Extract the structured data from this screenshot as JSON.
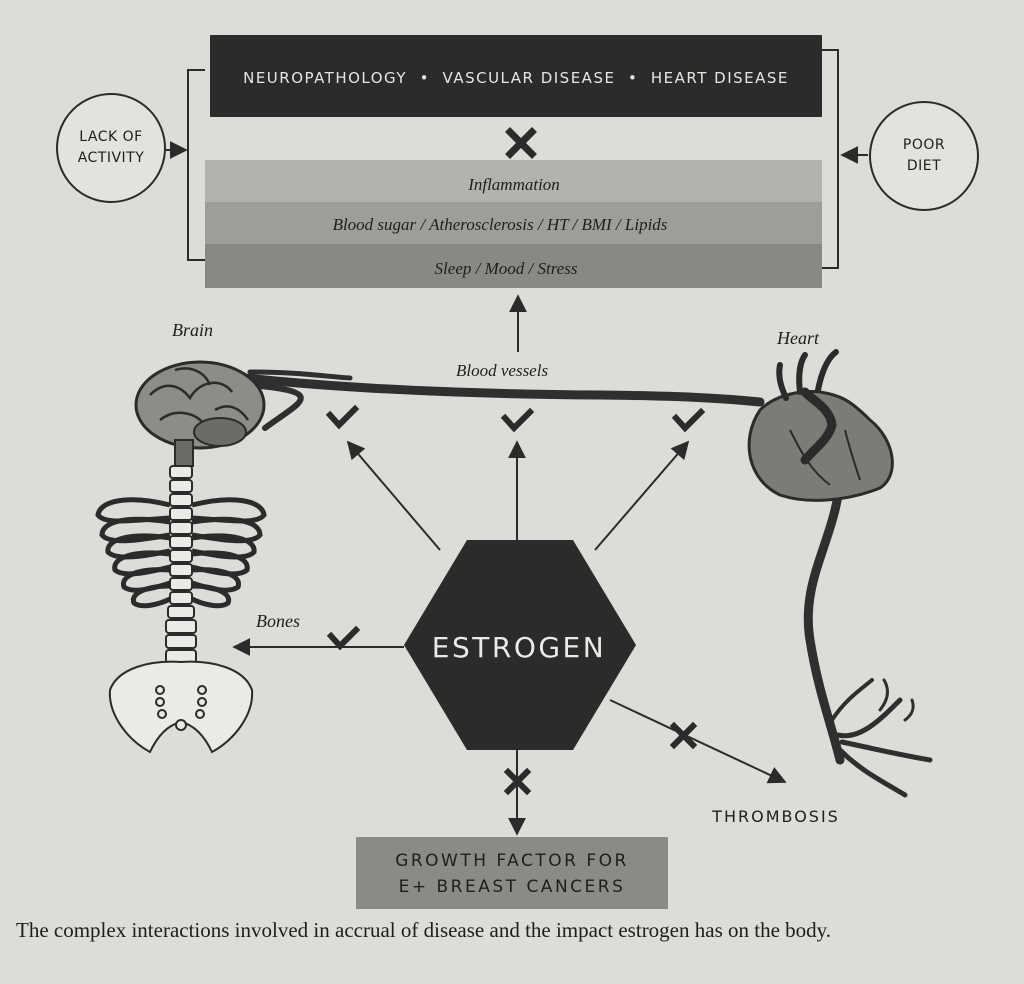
{
  "diseases_box": {
    "text": "NEUROPATHOLOGY  •  VASCULAR DISEASE  •  HEART DISEASE"
  },
  "risk_factors": {
    "lack_of_activity": [
      "LACK OF",
      "ACTIVITY"
    ],
    "poor_diet": [
      "POOR",
      "DIET"
    ]
  },
  "risk_layers": [
    {
      "label": "Inflammation",
      "color": "#b4b2ae"
    },
    {
      "label": "Blood sugar / Atherosclerosis / HT / BMI / Lipids",
      "color": "#9f9d99"
    },
    {
      "label": "Sleep / Mood / Stress",
      "color": "#8a8884"
    }
  ],
  "body_labels": {
    "brain": "Brain",
    "heart": "Heart",
    "blood_vessels": "Blood vessels",
    "bones": "Bones"
  },
  "center": {
    "label": "ESTROGEN"
  },
  "effects": {
    "thrombosis": "THROMBOSIS",
    "growth_factor": [
      "GROWTH FACTOR FOR",
      "E+ BREAST CANCERS"
    ]
  },
  "caption": "The complex interactions involved in accrual of disease and the impact estrogen has on the body.",
  "colors": {
    "dark": "#2b2b2b",
    "growth_box": "#8c8a87",
    "background": "#dedcd8"
  }
}
